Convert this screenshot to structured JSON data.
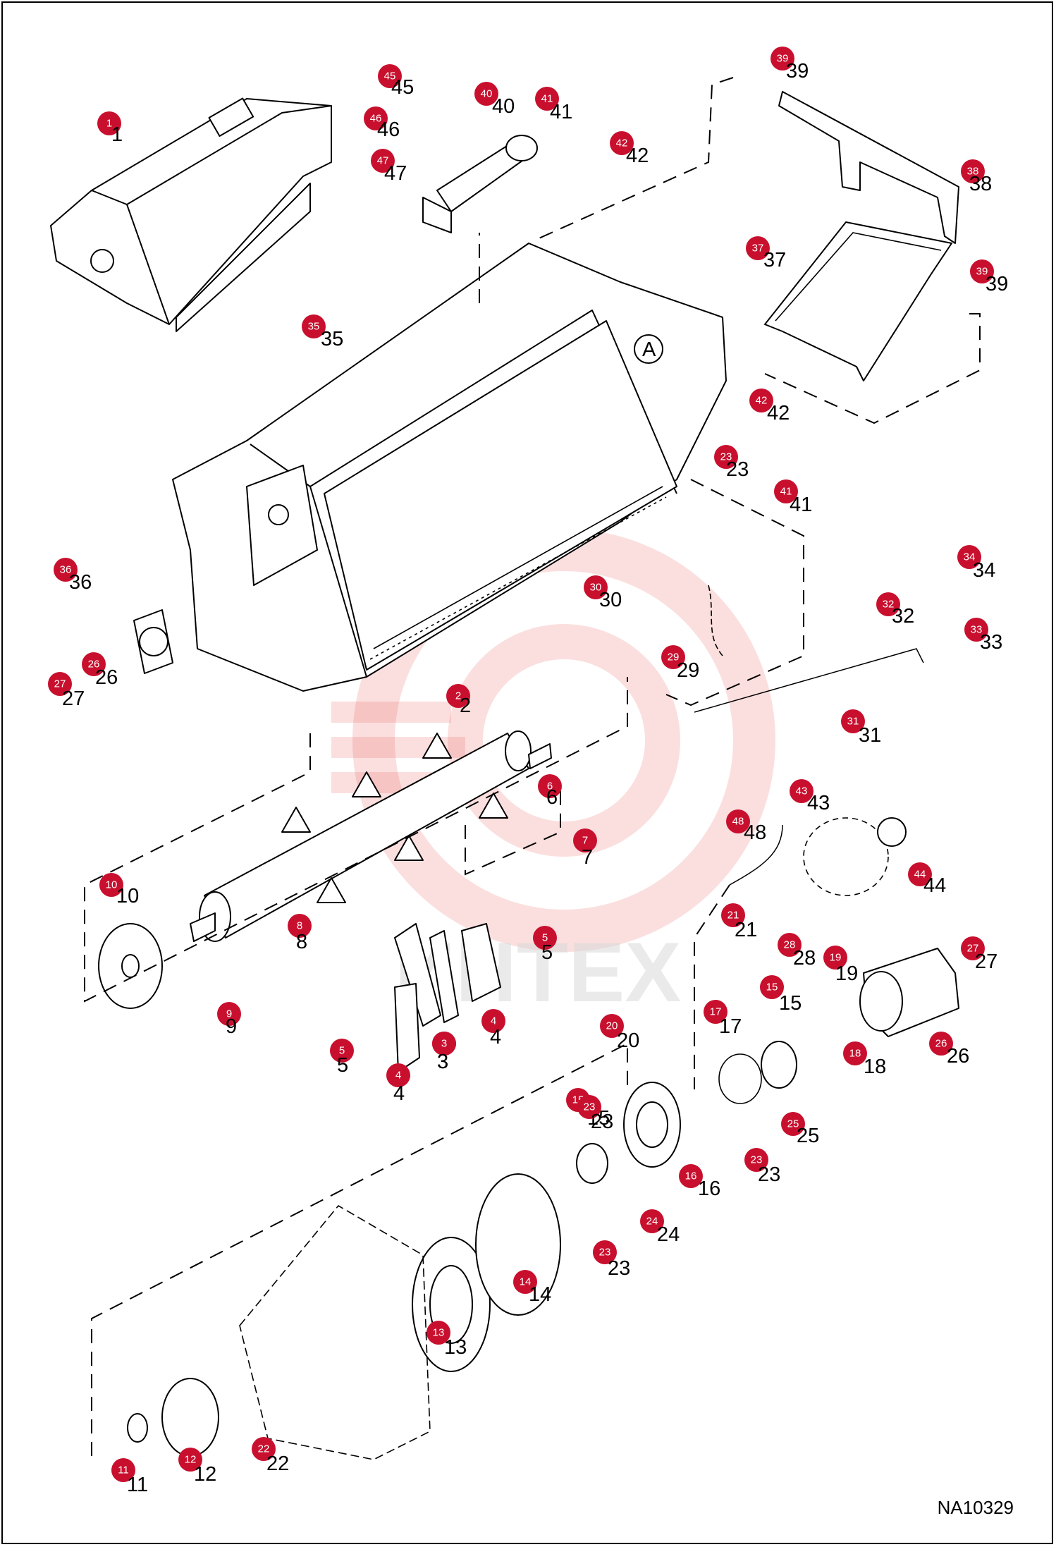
{
  "drawing_code": "NA10329",
  "watermark": "ИНТЕХ",
  "view_marker": "A",
  "callouts": [
    {
      "n": "1",
      "label": "1"
    },
    {
      "n": "2",
      "label": "2"
    },
    {
      "n": "3",
      "label": "3"
    },
    {
      "n": "3b",
      "label": "3"
    },
    {
      "n": "4",
      "label": "4"
    },
    {
      "n": "4b",
      "label": "4"
    },
    {
      "n": "5",
      "label": "5"
    },
    {
      "n": "5b",
      "label": "5"
    },
    {
      "n": "6",
      "label": "6"
    },
    {
      "n": "7",
      "label": "7"
    },
    {
      "n": "8",
      "label": "8"
    },
    {
      "n": "9",
      "label": "9"
    },
    {
      "n": "10",
      "label": "10"
    },
    {
      "n": "11",
      "label": "11"
    },
    {
      "n": "12",
      "label": "12"
    },
    {
      "n": "13",
      "label": "13"
    },
    {
      "n": "14",
      "label": "14"
    },
    {
      "n": "15",
      "label": "15"
    },
    {
      "n": "15b",
      "label": "15"
    },
    {
      "n": "16",
      "label": "16"
    },
    {
      "n": "17",
      "label": "17"
    },
    {
      "n": "18",
      "label": "18"
    },
    {
      "n": "19",
      "label": "19"
    },
    {
      "n": "20",
      "label": "20"
    },
    {
      "n": "21",
      "label": "21"
    },
    {
      "n": "22",
      "label": "22"
    },
    {
      "n": "23",
      "label": "23"
    },
    {
      "n": "23b",
      "label": "23"
    },
    {
      "n": "23c",
      "label": "23"
    },
    {
      "n": "23d",
      "label": "23"
    },
    {
      "n": "24",
      "label": "24"
    },
    {
      "n": "25",
      "label": "25"
    },
    {
      "n": "26",
      "label": "26"
    },
    {
      "n": "26b",
      "label": "26"
    },
    {
      "n": "27",
      "label": "27"
    },
    {
      "n": "27b",
      "label": "27"
    },
    {
      "n": "28",
      "label": "28"
    },
    {
      "n": "29",
      "label": "29"
    },
    {
      "n": "30",
      "label": "30"
    },
    {
      "n": "31",
      "label": "31"
    },
    {
      "n": "32",
      "label": "32"
    },
    {
      "n": "33",
      "label": "33"
    },
    {
      "n": "34",
      "label": "34"
    },
    {
      "n": "35",
      "label": "35"
    },
    {
      "n": "36",
      "label": "36"
    },
    {
      "n": "37",
      "label": "37"
    },
    {
      "n": "38",
      "label": "38"
    },
    {
      "n": "39",
      "label": "39"
    },
    {
      "n": "39b",
      "label": "39"
    },
    {
      "n": "40",
      "label": "40"
    },
    {
      "n": "41",
      "label": "41"
    },
    {
      "n": "41b",
      "label": "41"
    },
    {
      "n": "42",
      "label": "42"
    },
    {
      "n": "42b",
      "label": "42"
    },
    {
      "n": "43",
      "label": "43"
    },
    {
      "n": "44",
      "label": "44"
    },
    {
      "n": "45",
      "label": "45"
    },
    {
      "n": "46",
      "label": "46"
    },
    {
      "n": "47",
      "label": "47"
    },
    {
      "n": "48",
      "label": "48"
    }
  ]
}
